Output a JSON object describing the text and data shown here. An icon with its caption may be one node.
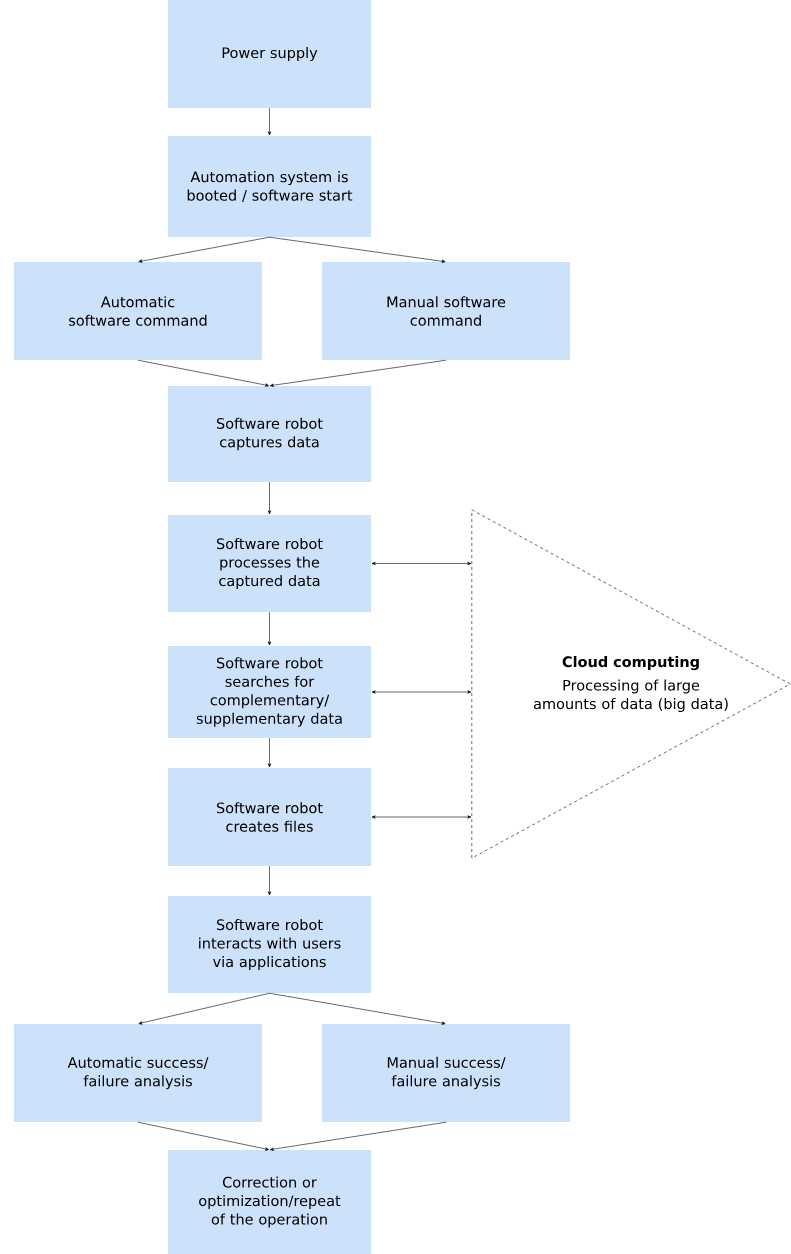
{
  "diagram": {
    "nodes": [
      {
        "text": [
          "Power supply"
        ]
      },
      {
        "text": [
          "Automation system is booted / software start"
        ]
      },
      {
        "text": [
          "Automatic software command"
        ]
      },
      {
        "text": [
          "Manual software command"
        ]
      },
      {
        "text": [
          "Software robot captures data"
        ]
      },
      {
        "text": [
          "Software robot processes the captured data"
        ]
      },
      {
        "text": [
          "Software robot searches for complementary/ supplementary data"
        ]
      },
      {
        "text": [
          "Software robot creates files"
        ]
      },
      {
        "text": [
          "Software robot interacts with users via applications"
        ]
      },
      {
        "text": [
          "Automatic success/ failure analysis"
        ]
      },
      {
        "text": [
          "Manual success/ failure analysis"
        ]
      },
      {
        "text": [
          "Correction or optimization/repeat of the operation"
        ]
      },
      {
        "text": [
          "Cloud computing",
          "Processing of large amounts of data (big data)"
        ]
      }
    ],
    "edges": [
      {
        "from": 0,
        "to": 1,
        "arrow": "to"
      },
      {
        "from": 1,
        "to": 2,
        "arrow": "to"
      },
      {
        "from": 1,
        "to": 3,
        "arrow": "to"
      },
      {
        "from": 2,
        "to": 4,
        "arrow": "to"
      },
      {
        "from": 3,
        "to": 4,
        "arrow": "to"
      },
      {
        "from": 4,
        "to": 5,
        "arrow": "to"
      },
      {
        "from": 5,
        "to": 6,
        "arrow": "to"
      },
      {
        "from": 6,
        "to": 7,
        "arrow": "to"
      },
      {
        "from": 7,
        "to": 8,
        "arrow": "to"
      },
      {
        "from": 8,
        "to": 9,
        "arrow": "to"
      },
      {
        "from": 8,
        "to": 10,
        "arrow": "to"
      },
      {
        "from": 9,
        "to": 11,
        "arrow": "to"
      },
      {
        "from": 10,
        "to": 11,
        "arrow": "to"
      },
      {
        "from": 5,
        "to": 12,
        "arrow": "both"
      },
      {
        "from": 6,
        "to": 12,
        "arrow": "both"
      },
      {
        "from": 7,
        "to": 12,
        "arrow": "both"
      }
    ]
  }
}
